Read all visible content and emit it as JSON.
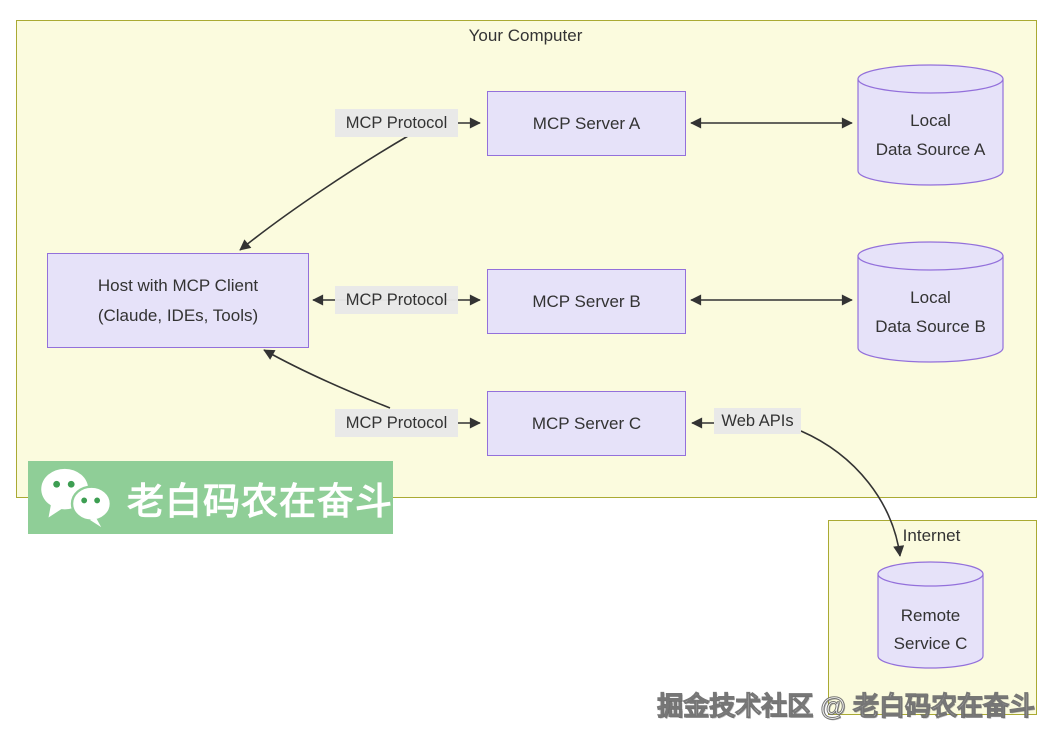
{
  "containers": {
    "your_computer": "Your Computer",
    "internet": "Internet"
  },
  "nodes": {
    "host": {
      "line1": "Host with MCP Client",
      "line2": "(Claude, IDEs, Tools)"
    },
    "server_a": {
      "label": "MCP Server A"
    },
    "server_b": {
      "label": "MCP Server B"
    },
    "server_c": {
      "label": "MCP Server C"
    },
    "data_source_a": {
      "line1": "Local",
      "line2": "Data Source A"
    },
    "data_source_b": {
      "line1": "Local",
      "line2": "Data Source B"
    },
    "remote_service_c": {
      "line1": "Remote",
      "line2": "Service C"
    }
  },
  "edge_labels": {
    "protocol_a": "MCP Protocol",
    "protocol_b": "MCP Protocol",
    "protocol_c": "MCP Protocol",
    "web_apis": "Web APIs"
  },
  "watermarks": {
    "wechat_banner": "老白码农在奋斗",
    "footer": "掘金技术社区 @ 老白码农在奋斗"
  },
  "colors": {
    "container_fill": "#fbfbde",
    "container_border": "#aaaa33",
    "node_fill": "#e6e2f9",
    "node_border": "#9370db",
    "edge": "#333333",
    "edge_label_bg": "#e8e8e8",
    "wechat_green": "#8fce97",
    "wechat_dot_green": "#3d9e52",
    "text": "#333333"
  }
}
